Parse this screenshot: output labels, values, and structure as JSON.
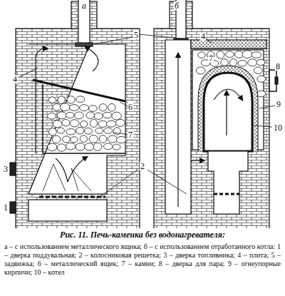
{
  "diagram": {
    "title": "Рис. 11. Печь-каменка без водонагревателя:",
    "caption": "а – с использованием металлического ящика; б – с использованием отработанного котла: 1 – дверка поддувальная; 2 – колосниковая решетка; 3 – дверка топливника; 4 – плита; 5 – задвижка; 6 – металлический ящик; 7 – камни; 8 – дверка для пара; 9 – огнеупорные кирпичи; 10 – котел",
    "labels": [
      "а",
      "б",
      "5",
      "4",
      "6",
      "7",
      "3",
      "1",
      "2",
      "4",
      "7",
      "8",
      "9",
      "10"
    ]
  }
}
